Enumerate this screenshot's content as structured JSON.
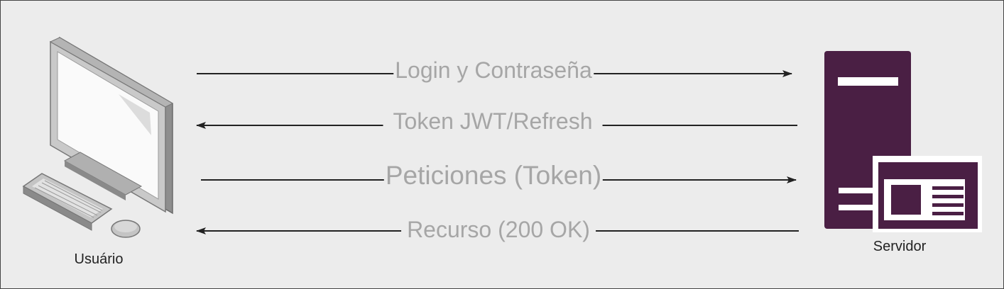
{
  "nodes": {
    "client": {
      "label": "Usuário",
      "icon": "desktop-computer-icon"
    },
    "server": {
      "label": "Servidor",
      "icon": "server-icon",
      "color": "#4a1f44"
    }
  },
  "flows": [
    {
      "label": "Login y Contraseña",
      "direction": "client-to-server"
    },
    {
      "label": "Token JWT/Refresh",
      "direction": "server-to-client"
    },
    {
      "label": "Peticiones (Token)",
      "direction": "client-to-server"
    },
    {
      "label": "Recurso (200 OK)",
      "direction": "server-to-client"
    }
  ],
  "colors": {
    "background": "#ececec",
    "arrow": "#222222",
    "flow_label": "#a6a6a6"
  }
}
